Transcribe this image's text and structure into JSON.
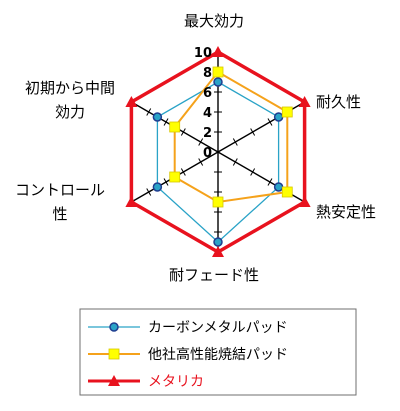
{
  "chart_data": {
    "type": "radar",
    "axes": [
      "最大効力",
      "耐久性",
      "熱安定性",
      "耐フェード性",
      "コントロール\n性",
      "初期から中間\n効力"
    ],
    "ticks": [
      "10",
      "8",
      "6",
      "4",
      "2",
      "0"
    ],
    "rlim": [
      0,
      10
    ],
    "series": [
      {
        "name": "カーボンメタルパッド",
        "values": [
          7,
          7,
          7,
          9,
          7,
          7
        ],
        "color": "#2aa3c7",
        "marker": "circle"
      },
      {
        "name": "他社高性能焼結パッド",
        "values": [
          8,
          8,
          8,
          5,
          5,
          5
        ],
        "color": "#f5a21b",
        "marker": "square"
      },
      {
        "name": "メタリカ",
        "values": [
          10,
          10,
          10,
          10,
          10,
          10
        ],
        "color": "#e8121e",
        "marker": "triangle"
      }
    ],
    "legend_position": "bottom"
  }
}
